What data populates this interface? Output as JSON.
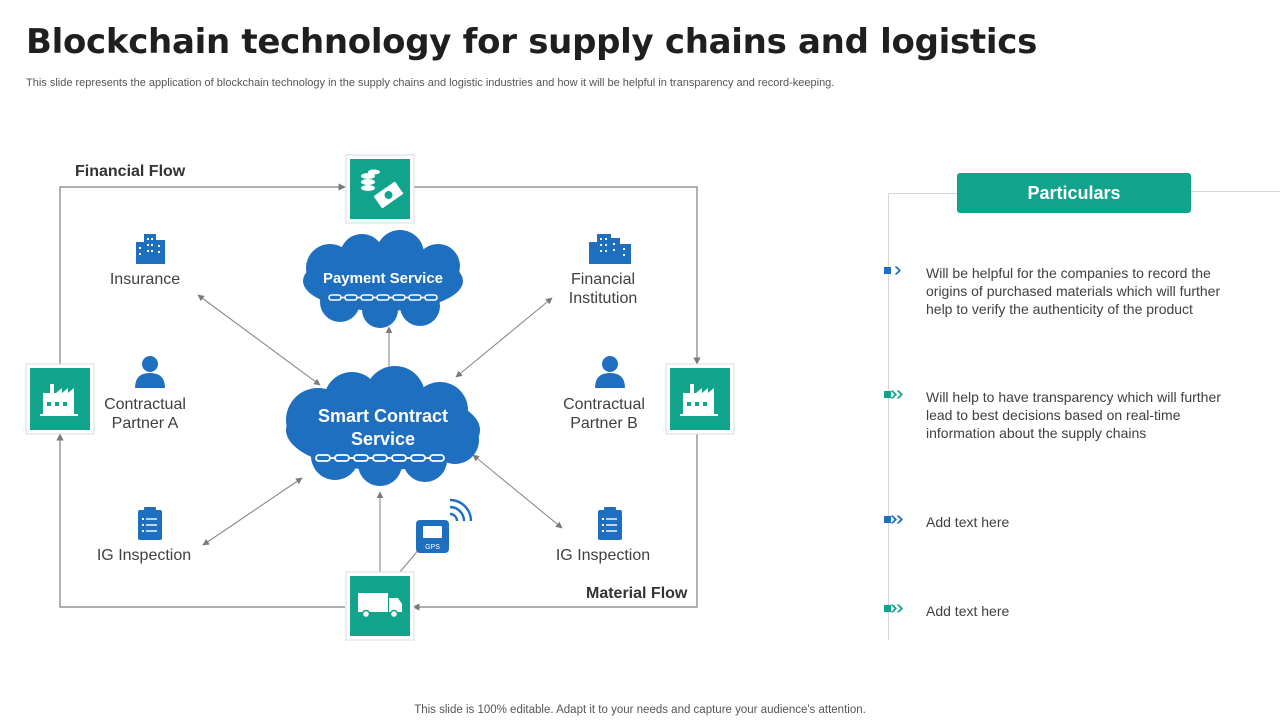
{
  "title": "Blockchain technology for supply chains and logistics",
  "subtitle": "This slide represents the application of blockchain technology in the supply chains and logistic industries and how it will be helpful in transparency and record-keeping.",
  "diagram": {
    "financial_flow": "Financial Flow",
    "material_flow": "Material Flow",
    "payment_service": "Payment Service",
    "smart_contract_line1": "Smart Contract",
    "smart_contract_line2": "Service",
    "insurance": "Insurance",
    "financial_institution_line1": "Financial",
    "financial_institution_line2": "Institution",
    "partner_a_line1": "Contractual",
    "partner_a_line2": "Partner A",
    "partner_b_line1": "Contractual",
    "partner_b_line2": "Partner B",
    "ig_inspection_left": "IG Inspection",
    "ig_inspection_right": "IG Inspection",
    "gps_label": "GPS",
    "icons": {
      "money": "money-icon",
      "factory": "factory-icon",
      "truck": "truck-icon",
      "building": "building-icon",
      "person": "person-icon",
      "clipboard": "clipboard-icon",
      "gps": "gps-device-icon",
      "chain": "chain-icon",
      "cloud": "cloud-icon"
    }
  },
  "particulars": {
    "header": "Particulars",
    "items": [
      {
        "text": "Will be helpful for the companies to record the origins of purchased materials which will further help to verify the authenticity of the product"
      },
      {
        "text": "Will help to have transparency which will further lead to best decisions based on real-time information about the supply chains"
      },
      {
        "text": "Add text here"
      },
      {
        "text": "Add text here"
      }
    ]
  },
  "footer": "This slide is 100% editable. Adapt it to your needs and capture your audience's attention.",
  "colors": {
    "teal": "#12a38c",
    "blue": "#1f6fc0",
    "text": "#404040",
    "line": "#8a8a8a"
  }
}
